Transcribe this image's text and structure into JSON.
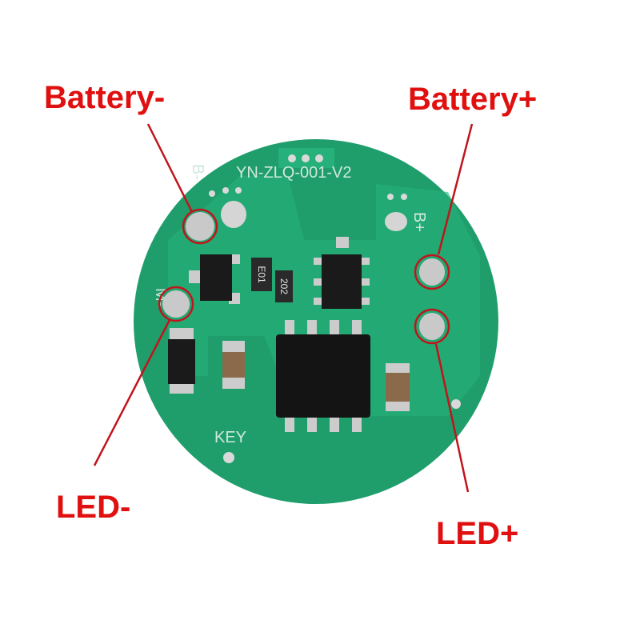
{
  "callouts": {
    "battery_minus": "Battery-",
    "battery_plus": "Battery+",
    "led_minus": "LED-",
    "led_plus": "LED+"
  },
  "silkscreen": {
    "model": "YN-ZLQ-001-V2",
    "b_minus": "B-",
    "b_plus": "B+",
    "m_minus": "M-",
    "key": "KEY",
    "resistor": "202",
    "component": "E01"
  },
  "colors": {
    "board": "#1f9e6c",
    "callout": "#e01010",
    "pad": "#c9c9c9",
    "ic": "#1a1a1a"
  }
}
